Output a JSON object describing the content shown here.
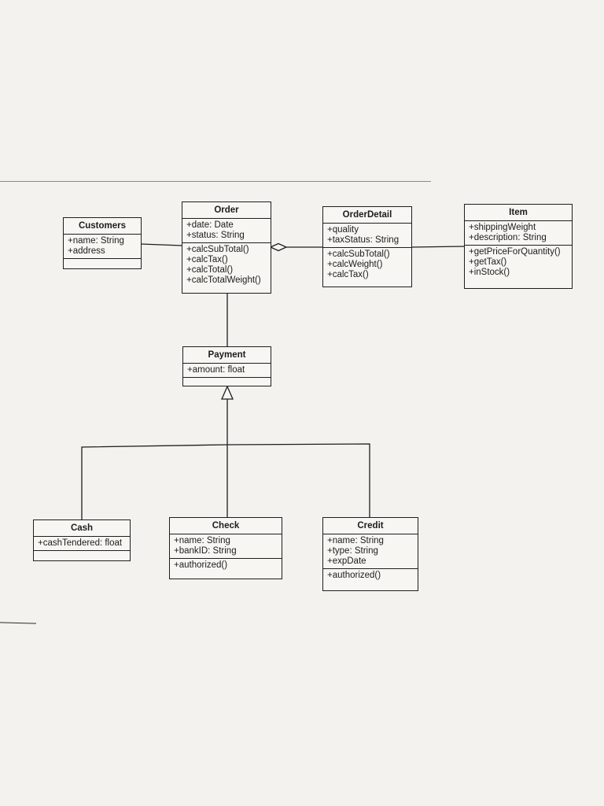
{
  "classes": {
    "customers": {
      "name": "Customers",
      "attributes": [
        "+name: String",
        "+address"
      ],
      "operations": []
    },
    "order": {
      "name": "Order",
      "attributes": [
        "+date: Date",
        "+status: String"
      ],
      "operations": [
        "+calcSubTotal()",
        "+calcTax()",
        "+calcTotal()",
        "+calcTotalWeight()"
      ]
    },
    "order_detail": {
      "name": "OrderDetail",
      "attributes": [
        "+quality",
        "+taxStatus: String"
      ],
      "operations": [
        "+calcSubTotal()",
        "+calcWeight()",
        "+calcTax()"
      ]
    },
    "item": {
      "name": "Item",
      "attributes": [
        "+shippingWeight",
        "+description: String"
      ],
      "operations": [
        "+getPriceForQuantity()",
        "+getTax()",
        "+inStock()"
      ]
    },
    "payment": {
      "name": "Payment",
      "attributes": [
        "+amount: float"
      ],
      "operations": []
    },
    "cash": {
      "name": "Cash",
      "attributes": [
        "+cashTendered: float"
      ],
      "operations": []
    },
    "check": {
      "name": "Check",
      "attributes": [
        "+name: String",
        "+bankID: String"
      ],
      "operations": [
        "+authorized()"
      ]
    },
    "credit": {
      "name": "Credit",
      "attributes": [
        "+name: String",
        "+type: String",
        "+expDate"
      ],
      "operations": [
        "+authorized()"
      ]
    }
  },
  "relationships": [
    {
      "kind": "association",
      "from": "customers",
      "to": "order"
    },
    {
      "kind": "aggregation",
      "from": "order_detail",
      "to": "order"
    },
    {
      "kind": "association",
      "from": "order_detail",
      "to": "item"
    },
    {
      "kind": "association",
      "from": "order",
      "to": "payment"
    },
    {
      "kind": "generalization",
      "from": "cash",
      "to": "payment"
    },
    {
      "kind": "generalization",
      "from": "check",
      "to": "payment"
    },
    {
      "kind": "generalization",
      "from": "credit",
      "to": "payment"
    }
  ]
}
